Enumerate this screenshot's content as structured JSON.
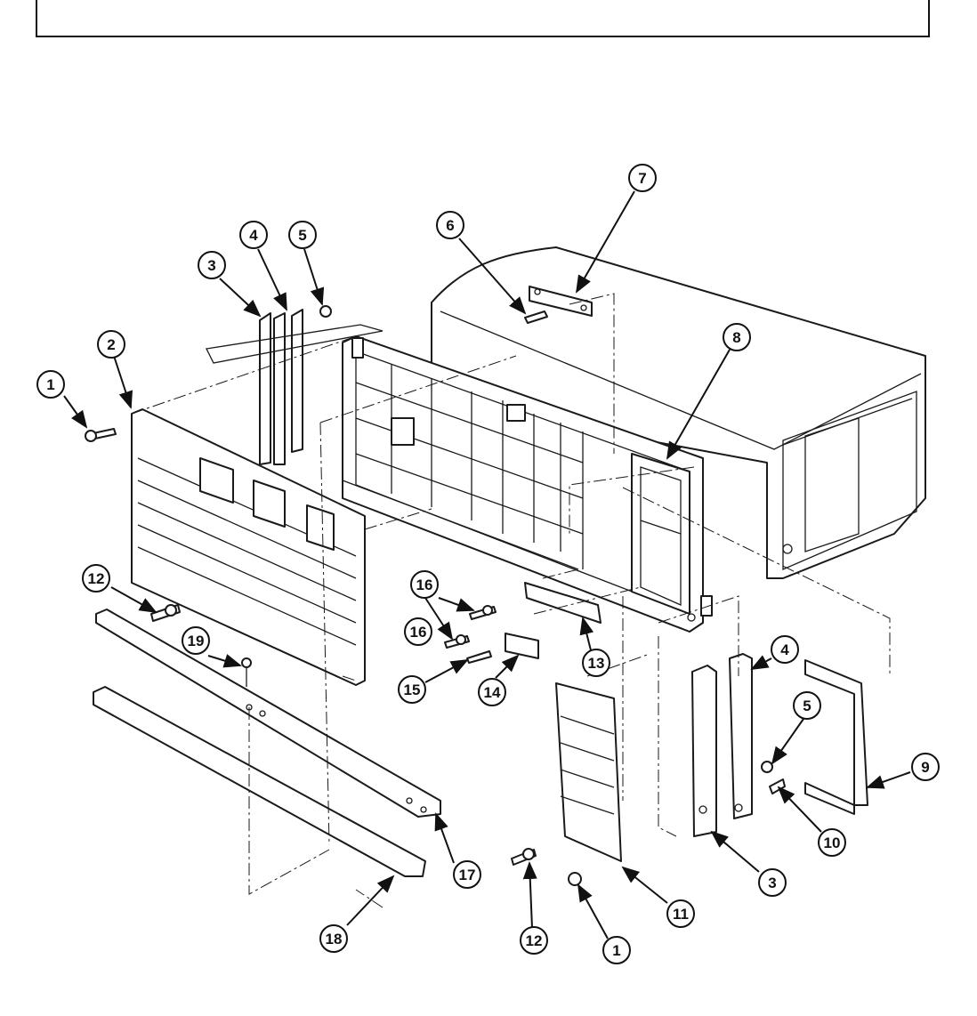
{
  "header": {
    "title": ""
  },
  "callouts": [
    {
      "label": "1"
    },
    {
      "label": "2"
    },
    {
      "label": "3"
    },
    {
      "label": "4"
    },
    {
      "label": "5"
    },
    {
      "label": "6"
    },
    {
      "label": "7"
    },
    {
      "label": "8"
    },
    {
      "label": "12"
    },
    {
      "label": "16"
    },
    {
      "label": "16"
    },
    {
      "label": "19"
    },
    {
      "label": "15"
    },
    {
      "label": "14"
    },
    {
      "label": "13"
    },
    {
      "label": "4"
    },
    {
      "label": "5"
    },
    {
      "label": "9"
    },
    {
      "label": "10"
    },
    {
      "label": "3"
    },
    {
      "label": "11"
    },
    {
      "label": "17"
    },
    {
      "label": "18"
    },
    {
      "label": "12"
    },
    {
      "label": "1"
    }
  ]
}
